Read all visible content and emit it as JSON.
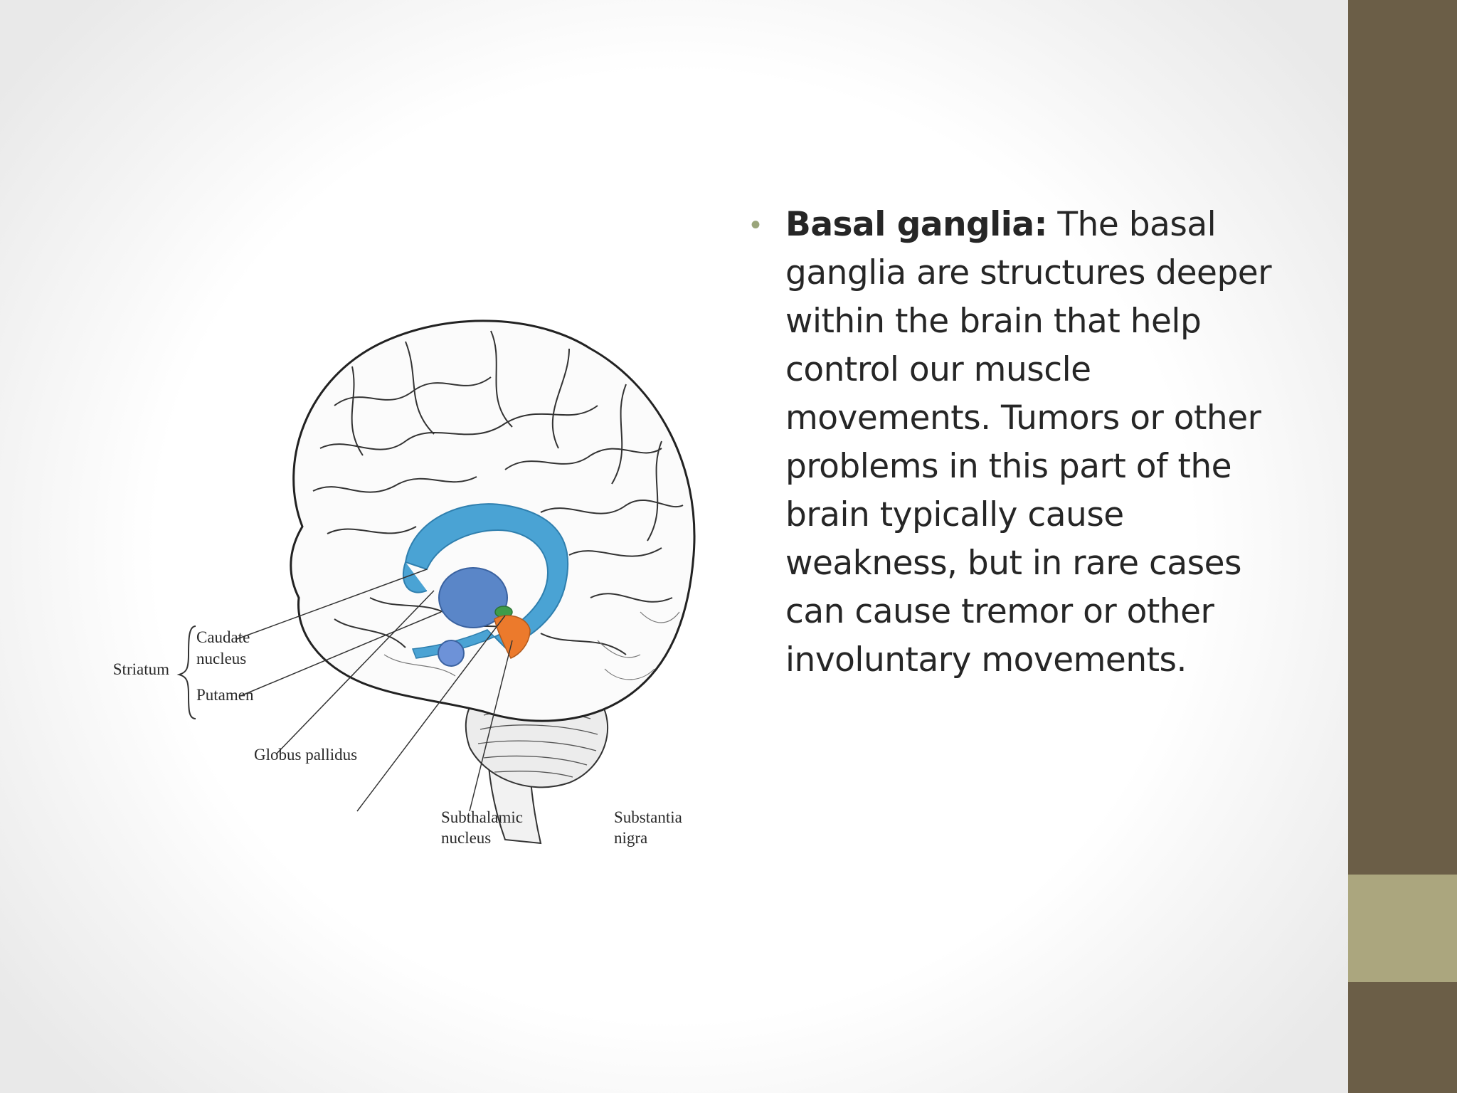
{
  "colors": {
    "side_bar": "#6b5e47",
    "side_accent": "#aba67e",
    "bullet": "#9aa57a",
    "caudate": "#4aa3d4",
    "putamen": "#5a86c8",
    "subthalamic": "#3f9c4a",
    "substantia_nigra": "#ec7a2c"
  },
  "content": {
    "bullet_icon": "bullet-dot",
    "bullet_term": "Basal ganglia:",
    "bullet_text": " The basal ganglia are structures deeper within the brain that help control our muscle movements. Tumors or other problems in this part of the brain typically cause weakness, but in rare cases can cause tremor or other involuntary movements."
  },
  "diagram": {
    "labels": {
      "striatum": "Striatum",
      "caudate_1": "Caudate",
      "caudate_2": "nucleus",
      "putamen": "Putamen",
      "globus_pallidus": "Globus pallidus",
      "subthalamic_1": "Subthalamic",
      "subthalamic_2": "nucleus",
      "substantia_1": "Substantia",
      "substantia_2": "nigra"
    }
  }
}
